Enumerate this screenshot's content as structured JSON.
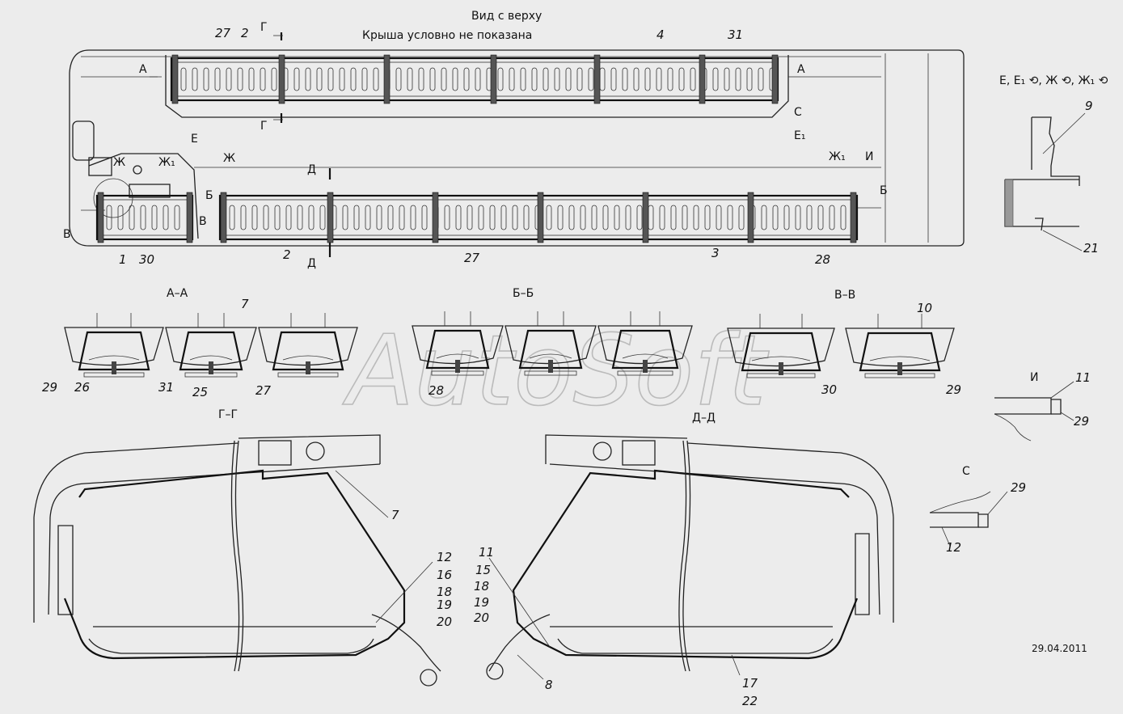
{
  "titles": {
    "top_view": "Вид с верху",
    "roof_note": "Крыша условно не показана",
    "sec_aa": "А–А",
    "sec_bb": "Б–Б",
    "sec_vv": "В–В",
    "sec_gg": "Г–Г",
    "sec_dd": "Д–Д",
    "detail_e": "Е, Е₁ ⟲, Ж ⟲, Ж₁ ⟲",
    "detail_i": "И",
    "detail_s": "С"
  },
  "markers": {
    "a": "А",
    "b": "Б",
    "v": "В",
    "g": "Г",
    "d": "Д",
    "e": "Е",
    "e1": "Е₁",
    "zh": "Ж",
    "zh1": "Ж₁",
    "i": "И",
    "s": "С"
  },
  "watermark": "AutoSoft",
  "date": "29.04.2011",
  "labels": {
    "p1": "1",
    "p2": "2",
    "p3": "3",
    "p4": "4",
    "p7": "7",
    "p8": "8",
    "p9": "9",
    "p10": "10",
    "p11": "11",
    "p12": "12",
    "p15": "15",
    "p16": "16",
    "p17": "17",
    "p18": "18",
    "p19": "19",
    "p20": "20",
    "p21": "21",
    "p22": "22",
    "p25": "25",
    "p26": "26",
    "p27": "27",
    "p28": "28",
    "p29": "29",
    "p30": "30",
    "p31": "31"
  }
}
